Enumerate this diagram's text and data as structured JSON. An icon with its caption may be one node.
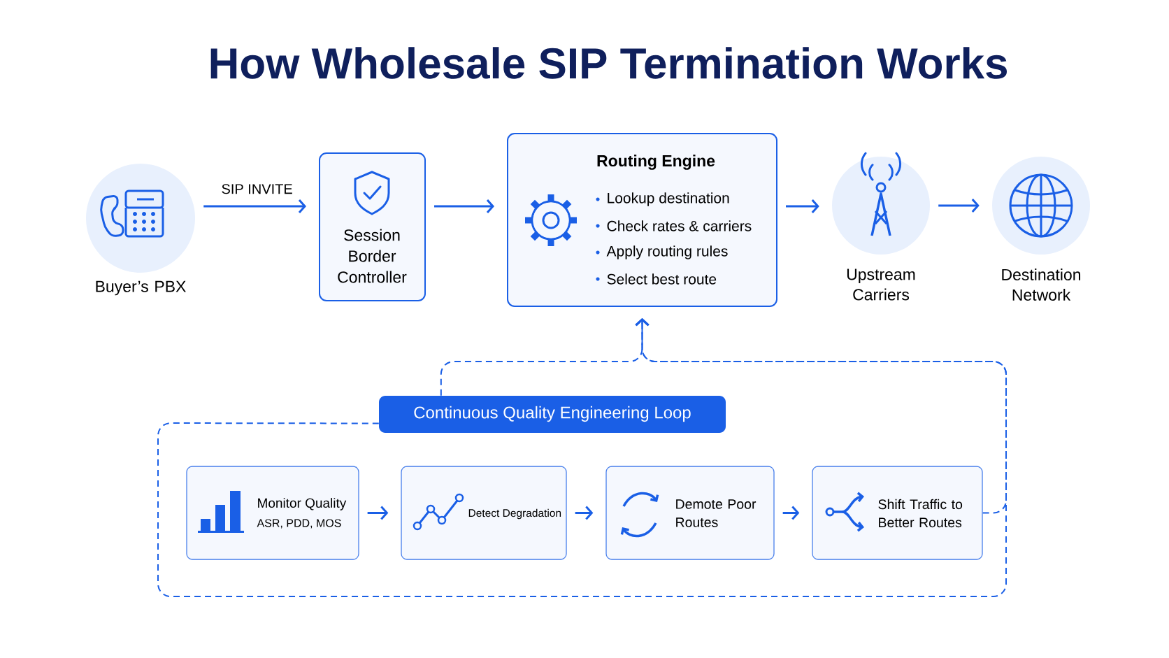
{
  "diagram": {
    "title": "How Wholesale SIP Termination Works",
    "nodes": [
      {
        "text": [
          "Buyer’s PBX"
        ]
      },
      {
        "text": [
          "Session Border Controller"
        ]
      },
      {
        "text": [
          "Routing Engine",
          "Lookup destination",
          "Check rates & carriers",
          "Apply routing rules",
          "Select best route"
        ]
      },
      {
        "text": [
          "Upstream Carriers"
        ]
      },
      {
        "text": [
          "Destination Network"
        ]
      },
      {
        "text": [
          "Continuous Quality Engineering Loop"
        ]
      },
      {
        "text": [
          "Monitor Quality",
          "ASR, PDD, MOS"
        ]
      },
      {
        "text": [
          "Detect Degradation"
        ]
      },
      {
        "text": [
          "Demote Poor Routes"
        ]
      },
      {
        "text": [
          "Shift Traffic to Better Routes"
        ]
      }
    ],
    "edges": [
      {
        "from": 0,
        "to": 1,
        "arrow": "to",
        "label": "SIP INVITE"
      },
      {
        "from": 1,
        "to": 2,
        "arrow": "to"
      },
      {
        "from": 2,
        "to": 3,
        "arrow": "to"
      },
      {
        "from": 3,
        "to": 4,
        "arrow": "to"
      },
      {
        "from": 6,
        "to": 7,
        "arrow": "to"
      },
      {
        "from": 7,
        "to": 8,
        "arrow": "to"
      },
      {
        "from": 8,
        "to": 9,
        "arrow": "to"
      },
      {
        "from": 9,
        "to": 2,
        "arrow": "to",
        "style": "dashed"
      },
      {
        "from": 5,
        "to": 2,
        "arrow": "to",
        "style": "dashed"
      },
      {
        "from": 5,
        "to": 2,
        "arrow": "to",
        "style": "dashed"
      }
    ]
  }
}
